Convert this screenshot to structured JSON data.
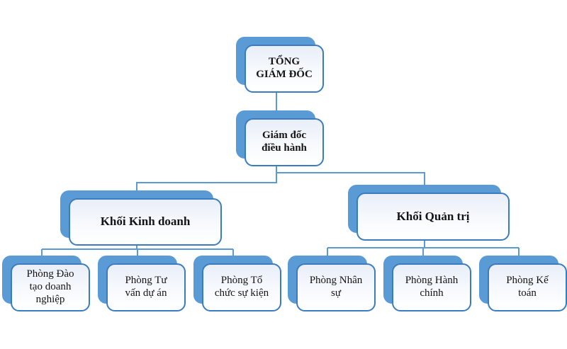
{
  "theme": {
    "shadow_blue": "#5b9bd5",
    "border_blue": "#3a7cbf",
    "line_blue": "#5b9bd5",
    "box_fill_top": "#e9eef8",
    "box_fill_bottom": "#ffffff",
    "text_color": "#141414"
  },
  "org": {
    "type": "org-chart",
    "nodes": {
      "tong_giam_doc": {
        "label": "TỔNG\nGIÁM ĐỐC",
        "reports_to": null
      },
      "giam_doc_dieu_hanh": {
        "label": "Giám đốc\nđiều hành",
        "reports_to": "tong_giam_doc"
      },
      "khoi_kinh_doanh": {
        "label": "Khối Kinh doanh",
        "reports_to": "giam_doc_dieu_hanh"
      },
      "khoi_quan_tri": {
        "label": "Khối Quản trị",
        "reports_to": "giam_doc_dieu_hanh"
      },
      "phong_dao_tao": {
        "label": "Phòng Đào\ntạo doanh\nnghiệp",
        "reports_to": "khoi_kinh_doanh"
      },
      "phong_tu_van": {
        "label": "Phòng Tư\nvấn dự án",
        "reports_to": "khoi_kinh_doanh"
      },
      "phong_to_chuc": {
        "label": "Phòng Tổ\nchức sự kiện",
        "reports_to": "khoi_kinh_doanh"
      },
      "phong_nhan_su": {
        "label": "Phòng Nhân\nsự",
        "reports_to": "khoi_quan_tri"
      },
      "phong_hanh_chinh": {
        "label": "Phòng Hành\nchính",
        "reports_to": "khoi_quan_tri"
      },
      "phong_ke_toan": {
        "label": "Phòng Kế\ntoán",
        "reports_to": "khoi_quan_tri"
      }
    }
  }
}
